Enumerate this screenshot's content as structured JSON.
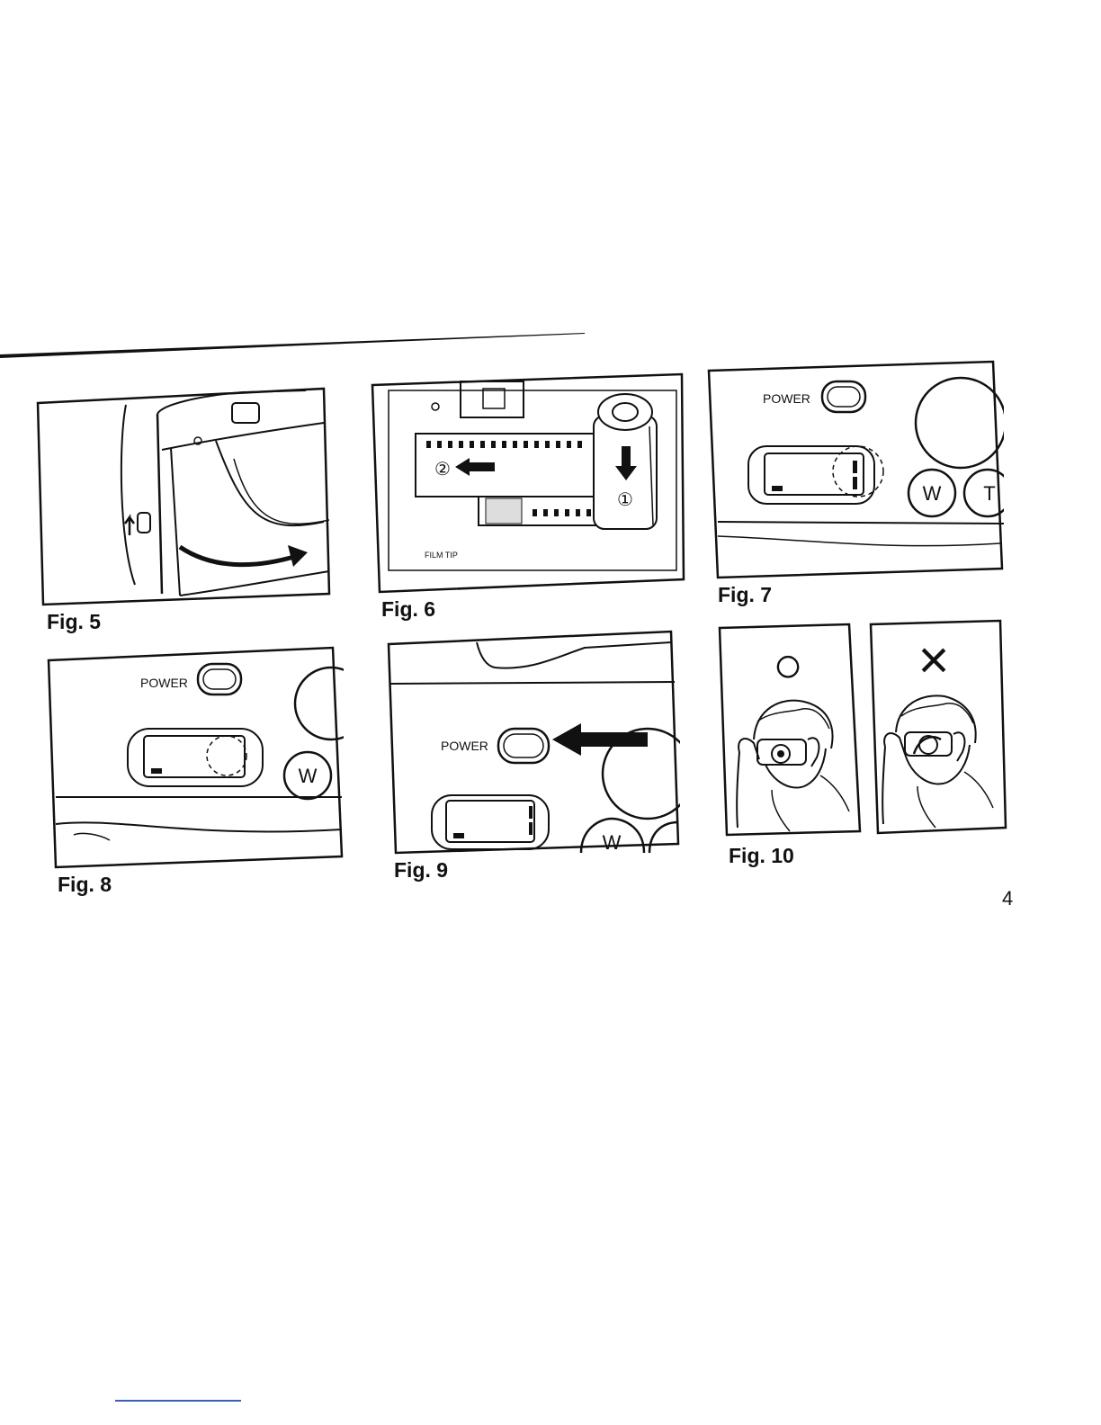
{
  "figures": {
    "fig5": {
      "caption": "Fig. 5"
    },
    "fig6": {
      "caption": "Fig. 6",
      "film_label": "FILM TIP",
      "step1": "①",
      "step2": "②"
    },
    "fig7": {
      "caption": "Fig. 7",
      "power_label": "POWER",
      "w_label": "W",
      "t_label": "T"
    },
    "fig8": {
      "caption": "Fig. 8",
      "power_label": "POWER",
      "w_label": "W"
    },
    "fig9": {
      "caption": "Fig. 9",
      "power_label": "POWER",
      "w_label": "W"
    },
    "fig10": {
      "caption": "Fig. 10",
      "correct_symbol": "○",
      "wrong_symbol": "×"
    }
  },
  "page_number": "4"
}
